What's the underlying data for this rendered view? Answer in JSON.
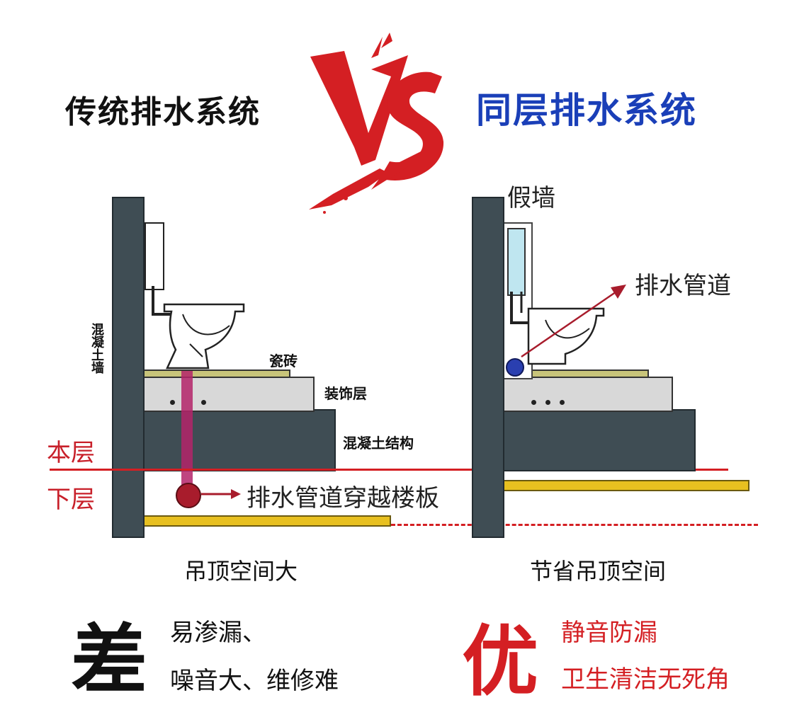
{
  "titles": {
    "left": "传统排水系统",
    "vs": "VS",
    "right": "同层排水系统"
  },
  "left_panel": {
    "wall_label": "混凝土墙",
    "tile_label": "瓷砖",
    "decor_label": "装饰层",
    "concrete_label": "混凝土结构",
    "this_floor": "本层",
    "lower_floor": "下层",
    "pipe_note": "排水管道穿越楼板",
    "caption": "吊顶空间大"
  },
  "right_panel": {
    "false_wall_label": "假墙",
    "pipe_label": "排水管道",
    "caption": "节省吊顶空间"
  },
  "verdict": {
    "bad_char": "差",
    "bad_line1": "易渗漏、",
    "bad_line2": "噪音大、维修难",
    "good_char": "优",
    "good_line1": "静音防漏",
    "good_line2": "卫生清洁无死角"
  },
  "colors": {
    "red": "#c8202a",
    "blue": "#1a3fb8",
    "wall": "#3f4d54",
    "pipe": "#b4246a",
    "yellow": "#e8c020"
  }
}
